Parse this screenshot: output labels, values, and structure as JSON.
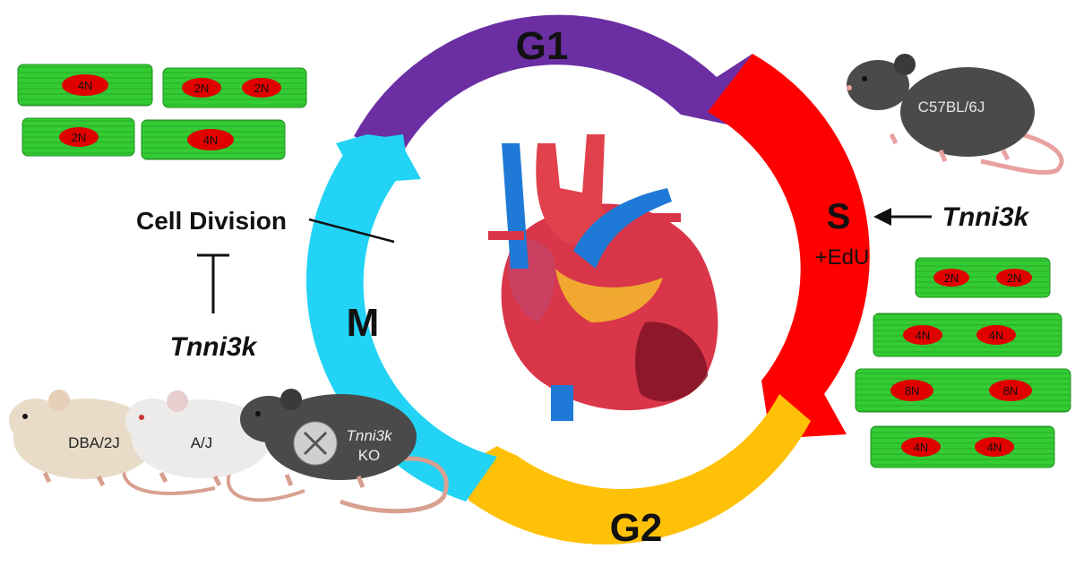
{
  "cycle": {
    "phases": [
      {
        "id": "g1",
        "label": "G1",
        "color": "#6b2fa3"
      },
      {
        "id": "s",
        "label": "S",
        "color": "#ff0000"
      },
      {
        "id": "g2",
        "label": "G2",
        "color": "#ffc107"
      },
      {
        "id": "m",
        "label": "M",
        "color": "#22d3f5"
      }
    ],
    "s_note": "+EdU"
  },
  "left_panel": {
    "cell_division": "Cell Division",
    "inhibitor_gene": "Tnni3k",
    "cells": [
      {
        "nuclei": [
          "4N"
        ]
      },
      {
        "nuclei": [
          "2N",
          "2N"
        ]
      },
      {
        "nuclei": [
          "2N"
        ]
      },
      {
        "nuclei": [
          "4N"
        ]
      }
    ]
  },
  "right_panel": {
    "gene": "Tnni3k",
    "cells": [
      {
        "nuclei": [
          "2N",
          "2N"
        ]
      },
      {
        "nuclei": [
          "4N",
          "4N"
        ]
      },
      {
        "nuclei": [
          "8N",
          "8N"
        ]
      },
      {
        "nuclei": [
          "4N",
          "4N"
        ]
      }
    ]
  },
  "mice": {
    "c57": "C57BL/6J",
    "dba": "DBA/2J",
    "aj": "A/J",
    "ko_gene": "Tnni3k",
    "ko_suffix": "KO"
  },
  "colors": {
    "cell_green": "#33cc33",
    "nucleus_red": "#e00000",
    "mouse_dark": "#4a4a4a",
    "mouse_light": "#e8dcc8",
    "mouse_white": "#ecebea",
    "heart_red": "#d9364a",
    "vessel_blue": "#1e7ad6"
  }
}
